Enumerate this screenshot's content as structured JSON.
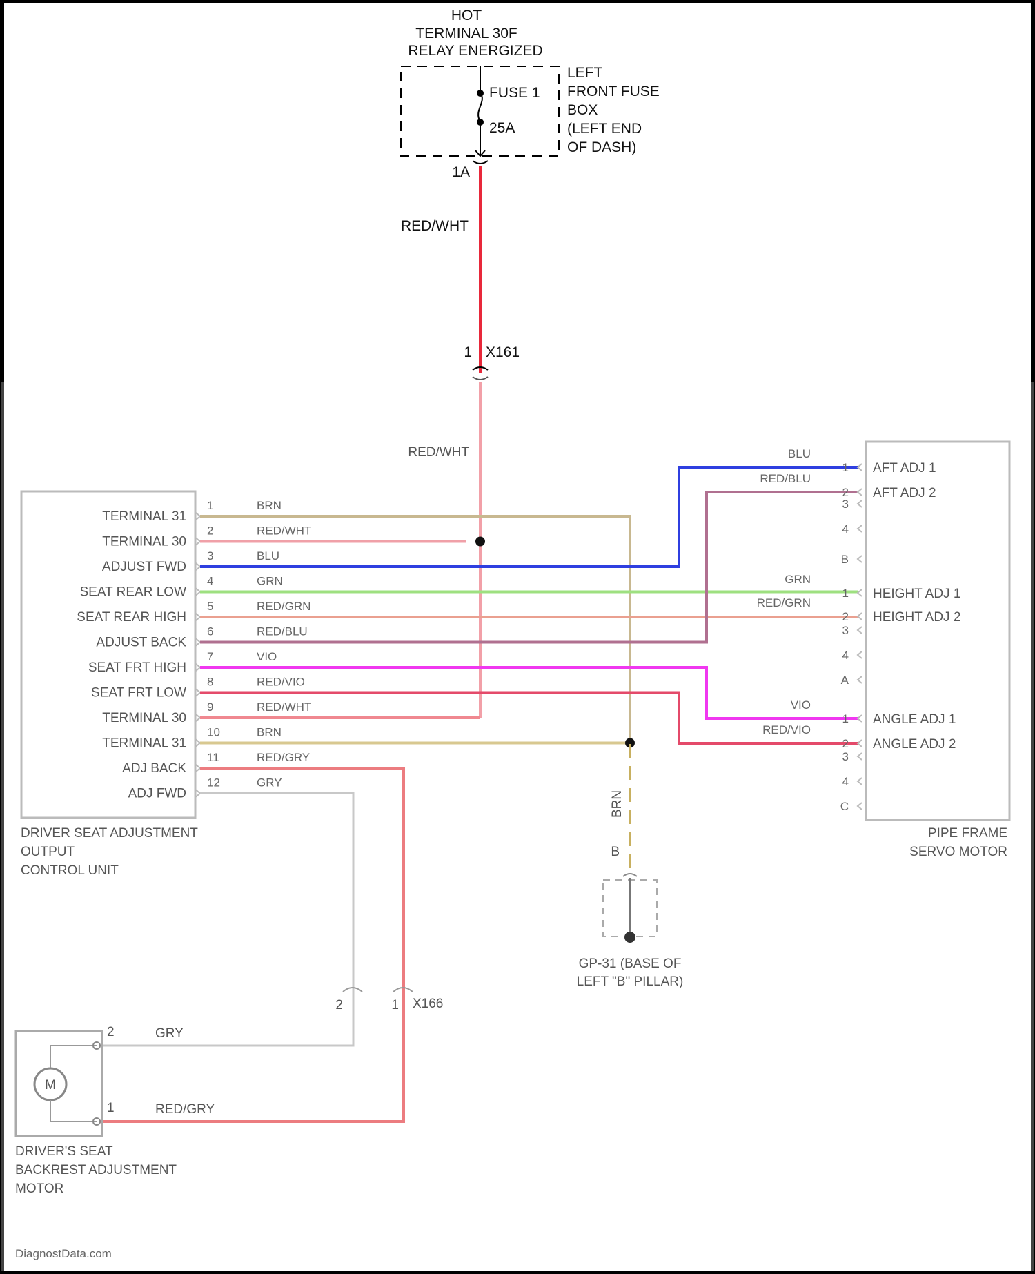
{
  "power_source": {
    "lines": [
      "HOT",
      "TERMINAL 30F",
      "RELAY ENERGIZED"
    ]
  },
  "fuse": {
    "name": "FUSE 1",
    "rating": "25A",
    "box_lines": [
      "LEFT",
      "FRONT FUSE",
      "BOX",
      "(LEFT END",
      "OF DASH)"
    ],
    "terminal": "1A"
  },
  "feed_wire": {
    "color_label": "RED/WHT",
    "connector_pin": "1",
    "connector_name": "X161",
    "lower_label": "RED/WHT"
  },
  "control_unit": {
    "name_lines": [
      "DRIVER SEAT ADJUSTMENT",
      "OUTPUT",
      "CONTROL UNIT"
    ],
    "pins": [
      {
        "num": "1",
        "label": "TERMINAL 31",
        "wire": "BRN"
      },
      {
        "num": "2",
        "label": "TERMINAL 30",
        "wire": "RED/WHT"
      },
      {
        "num": "3",
        "label": "ADJUST FWD",
        "wire": "BLU"
      },
      {
        "num": "4",
        "label": "SEAT REAR LOW",
        "wire": "GRN"
      },
      {
        "num": "5",
        "label": "SEAT REAR HIGH",
        "wire": "RED/GRN"
      },
      {
        "num": "6",
        "label": "ADJUST BACK",
        "wire": "RED/BLU"
      },
      {
        "num": "7",
        "label": "SEAT FRT HIGH",
        "wire": "VIO"
      },
      {
        "num": "8",
        "label": "SEAT FRT LOW",
        "wire": "RED/VIO"
      },
      {
        "num": "9",
        "label": "TERMINAL 30",
        "wire": "RED/WHT"
      },
      {
        "num": "10",
        "label": "TERMINAL 31",
        "wire": "BRN"
      },
      {
        "num": "11",
        "label": "ADJ BACK",
        "wire": "RED/GRY"
      },
      {
        "num": "12",
        "label": "ADJ FWD",
        "wire": "GRY"
      }
    ]
  },
  "servo_motor": {
    "name_lines": [
      "PIPE FRAME",
      "SERVO MOTOR"
    ],
    "pins": [
      {
        "num": "1",
        "label": "AFT ADJ 1",
        "wire": "BLU"
      },
      {
        "num": "2",
        "label": "AFT ADJ 2",
        "wire": "RED/BLU"
      },
      {
        "num": "3",
        "label": "",
        "wire": ""
      },
      {
        "num": "4",
        "label": "",
        "wire": ""
      },
      {
        "num": "B",
        "label": "",
        "wire": ""
      },
      {
        "num": "1",
        "label": "HEIGHT ADJ 1",
        "wire": "GRN"
      },
      {
        "num": "2",
        "label": "HEIGHT ADJ 2",
        "wire": "RED/GRN"
      },
      {
        "num": "3",
        "label": "",
        "wire": ""
      },
      {
        "num": "4",
        "label": "",
        "wire": ""
      },
      {
        "num": "A",
        "label": "",
        "wire": ""
      },
      {
        "num": "1",
        "label": "ANGLE ADJ 1",
        "wire": "VIO"
      },
      {
        "num": "2",
        "label": "ANGLE ADJ 2",
        "wire": "RED/VIO"
      },
      {
        "num": "3",
        "label": "",
        "wire": ""
      },
      {
        "num": "4",
        "label": "",
        "wire": ""
      },
      {
        "num": "C",
        "label": "",
        "wire": ""
      }
    ]
  },
  "ground": {
    "wire": "BRN",
    "pin": "B",
    "name_lines": [
      "GP-31 (BASE OF",
      "LEFT \"B\" PILLAR)"
    ]
  },
  "inline_connector": {
    "pin_left": "2",
    "pin_right": "1",
    "name": "X166"
  },
  "backrest_motor": {
    "name_lines": [
      "DRIVER'S SEAT",
      "BACKREST ADJUSTMENT",
      "MOTOR"
    ],
    "motor_symbol": "M",
    "pins": [
      {
        "num": "2",
        "wire": "GRY"
      },
      {
        "num": "1",
        "wire": "RED/GRY"
      }
    ]
  },
  "footer": {
    "credit": "DiagnostData.com"
  },
  "colors": {
    "red_wht": "#e8283a",
    "brn": "#9c7a2e",
    "blu": "#2f3fe0",
    "grn": "#58c22c",
    "red_grn": "#e66a55",
    "red_blu": "#a04060",
    "vio": "#f038f0",
    "red_vio": "#e44a6a",
    "red_gry": "#e84848",
    "gry": "#a8a8a8"
  }
}
